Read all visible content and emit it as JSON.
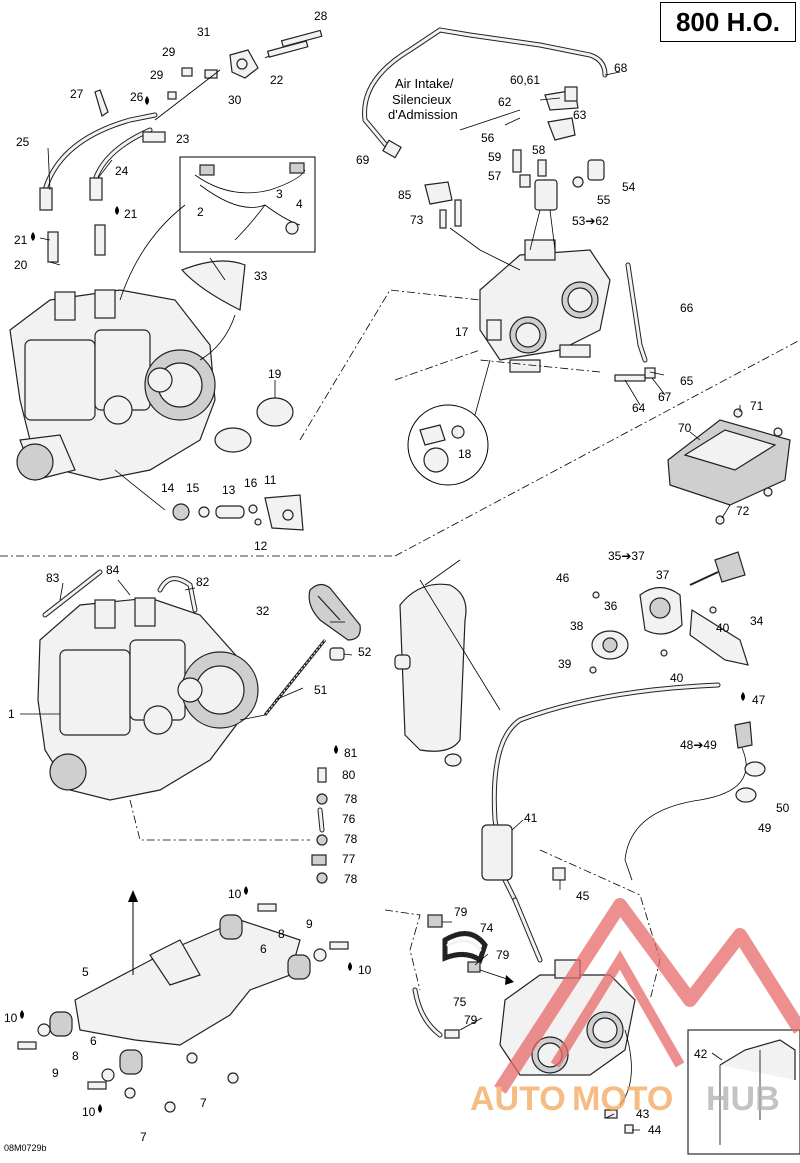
{
  "diagram": {
    "model_label": "800 H.O.",
    "document_code": "08M0729b",
    "annotation": [
      "Air Intake/",
      "Silencieux",
      "d'Admission"
    ],
    "callouts": {
      "c1": "1",
      "c2": "2",
      "c3": "3",
      "c4": "4",
      "c5": "5",
      "c6a": "6",
      "c6b": "6",
      "c7a": "7",
      "c7b": "7",
      "c8a": "8",
      "c8b": "8",
      "c9a": "9",
      "c9b": "9",
      "c10a": "10",
      "c10b": "10",
      "c10c": "10",
      "c10d": "10",
      "c11": "11",
      "c12": "12",
      "c13": "13",
      "c14": "14",
      "c15": "15",
      "c16": "16",
      "c17": "17",
      "c18": "18",
      "c19": "19",
      "c20": "20",
      "c21a": "21",
      "c21b": "21",
      "c22": "22",
      "c23": "23",
      "c24": "24",
      "c25": "25",
      "c26": "26",
      "c27": "27",
      "c28": "28",
      "c29a": "29",
      "c29b": "29",
      "c30": "30",
      "c31": "31",
      "c32": "32",
      "c33": "33",
      "c34": "34",
      "c3537": "35➔37",
      "c36": "36",
      "c37": "37",
      "c38": "38",
      "c39": "39",
      "c40a": "40",
      "c40b": "40",
      "c41": "41",
      "c42": "42",
      "c43": "43",
      "c44": "44",
      "c45": "45",
      "c46": "46",
      "c47": "47",
      "c4849": "48➔49",
      "c49": "49",
      "c50": "50",
      "c51": "51",
      "c52": "52",
      "c5362": "53➔62",
      "c54": "54",
      "c55": "55",
      "c56": "56",
      "c57": "57",
      "c58": "58",
      "c59": "59",
      "c6061": "60,61",
      "c62": "62",
      "c63": "63",
      "c64": "64",
      "c65": "65",
      "c66": "66",
      "c67": "67",
      "c68": "68",
      "c69": "69",
      "c70": "70",
      "c71": "71",
      "c72": "72",
      "c73": "73",
      "c74": "74",
      "c75": "75",
      "c76": "76",
      "c77": "77",
      "c78a": "78",
      "c78b": "78",
      "c78c": "78",
      "c79a": "79",
      "c79b": "79",
      "c79c": "79",
      "c80": "80",
      "c81": "81",
      "c82": "82",
      "c83": "83",
      "c84": "84",
      "c85": "85"
    },
    "watermark": {
      "text_orange": "AUTO",
      "text_orange2": "MOTO",
      "text_gray": "HUB",
      "color_orange": "#f3a65a",
      "color_gray": "#b0b0b0",
      "color_red": "#e86a6a"
    }
  }
}
